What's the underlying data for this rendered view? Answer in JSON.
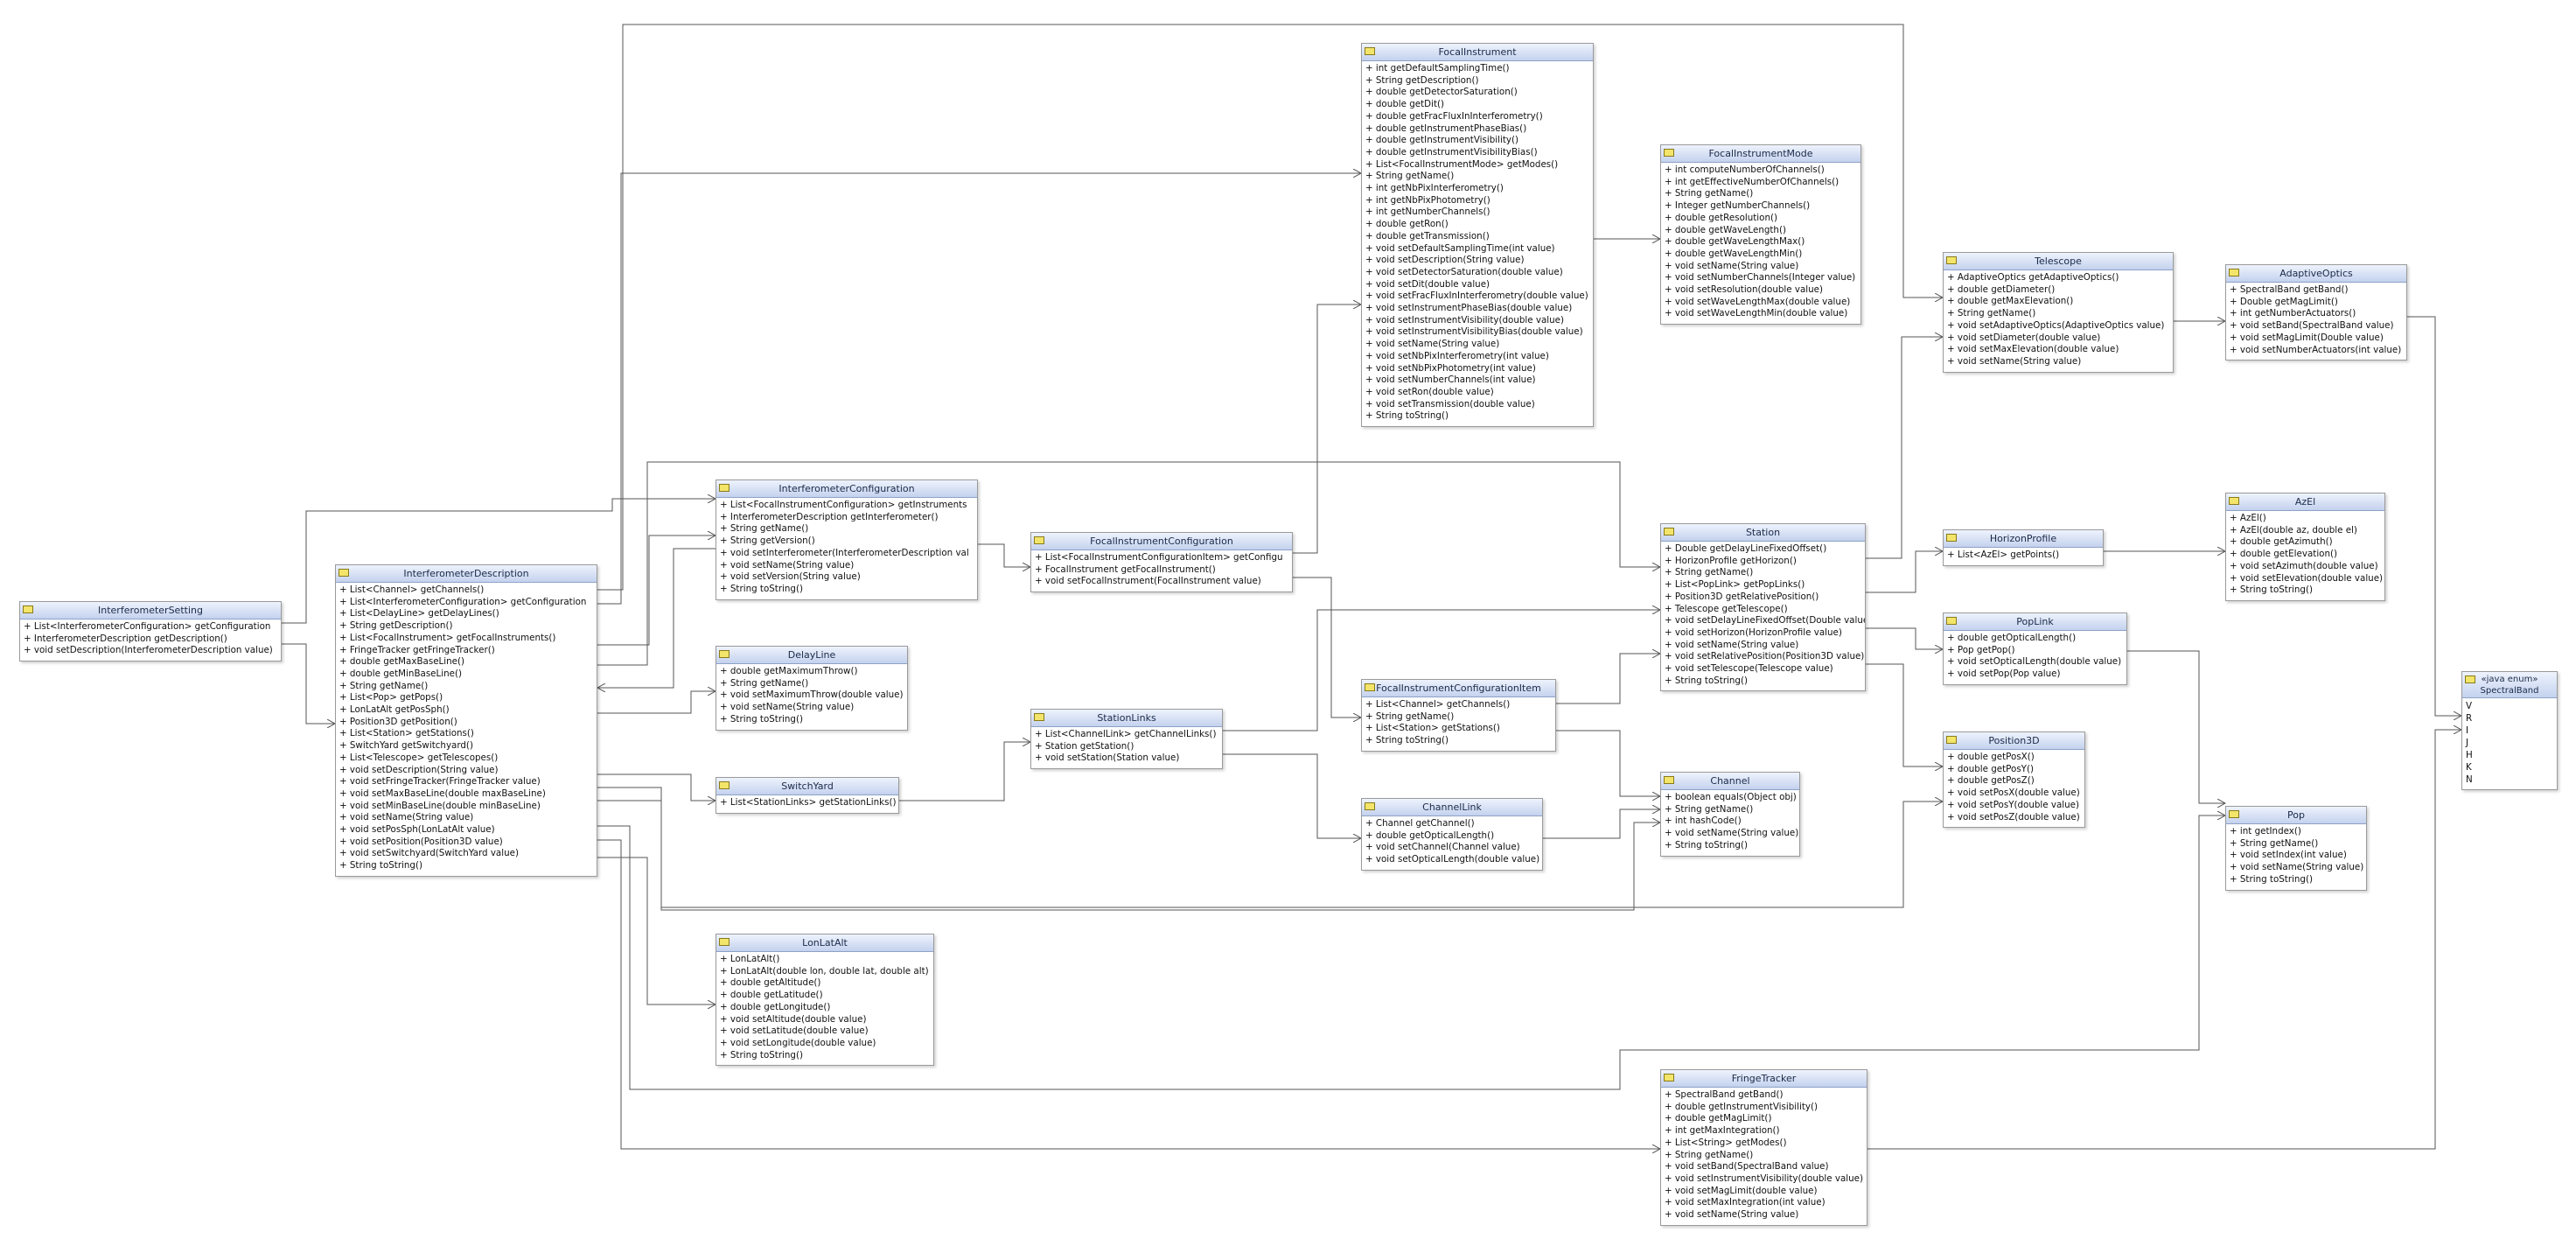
{
  "diagram": {
    "classes": [
      {
        "id": "interferometer-setting",
        "name": "InterferometerSetting",
        "ops": [
          "+ List<InterferometerConfiguration> getConfiguration",
          "+ InterferometerDescription getDescription()",
          "+ void setDescription(InterferometerDescription value)"
        ]
      },
      {
        "id": "interferometer-description",
        "name": "InterferometerDescription",
        "ops": [
          "+ List<Channel> getChannels()",
          "+ List<InterferometerConfiguration> getConfiguration",
          "+ List<DelayLine> getDelayLines()",
          "+ String getDescription()",
          "+ List<FocalInstrument> getFocalInstruments()",
          "+ FringeTracker getFringeTracker()",
          "+ double getMaxBaseLine()",
          "+ double getMinBaseLine()",
          "+ String getName()",
          "+ List<Pop> getPops()",
          "+ LonLatAlt getPosSph()",
          "+ Position3D getPosition()",
          "+ List<Station> getStations()",
          "+ SwitchYard getSwitchyard()",
          "+ List<Telescope> getTelescopes()",
          "+ void setDescription(String value)",
          "+ void setFringeTracker(FringeTracker value)",
          "+ void setMaxBaseLine(double maxBaseLine)",
          "+ void setMinBaseLine(double minBaseLine)",
          "+ void setName(String value)",
          "+ void setPosSph(LonLatAlt value)",
          "+ void setPosition(Position3D value)",
          "+ void setSwitchyard(SwitchYard value)",
          "+ String toString()"
        ]
      },
      {
        "id": "interferometer-configuration",
        "name": "InterferometerConfiguration",
        "ops": [
          "+ List<FocalInstrumentConfiguration> getInstruments",
          "+ InterferometerDescription getInterferometer()",
          "+ String getName()",
          "+ String getVersion()",
          "+ void setInterferometer(InterferometerDescription val",
          "+ void setName(String value)",
          "+ void setVersion(String value)",
          "+ String toString()"
        ]
      },
      {
        "id": "delay-line",
        "name": "DelayLine",
        "ops": [
          "+ double getMaximumThrow()",
          "+ String getName()",
          "+ void setMaximumThrow(double value)",
          "+ void setName(String value)",
          "+ String toString()"
        ]
      },
      {
        "id": "switch-yard",
        "name": "SwitchYard",
        "ops": [
          "+ List<StationLinks> getStationLinks()"
        ]
      },
      {
        "id": "lon-lat-alt",
        "name": "LonLatAlt",
        "ops": [
          "+ LonLatAlt()",
          "+ LonLatAlt(double lon, double lat, double alt)",
          "+ double getAltitude()",
          "+ double getLatitude()",
          "+ double getLongitude()",
          "+ void setAltitude(double value)",
          "+ void setLatitude(double value)",
          "+ void setLongitude(double value)",
          "+ String toString()"
        ]
      },
      {
        "id": "focal-instrument-configuration",
        "name": "FocalInstrumentConfiguration",
        "ops": [
          "+ List<FocalInstrumentConfigurationItem> getConfigu",
          "+ FocalInstrument getFocalInstrument()",
          "+ void setFocalInstrument(FocalInstrument value)"
        ]
      },
      {
        "id": "station-links",
        "name": "StationLinks",
        "ops": [
          "+ List<ChannelLink> getChannelLinks()",
          "+ Station getStation()",
          "+ void setStation(Station value)"
        ]
      },
      {
        "id": "focal-instrument",
        "name": "FocalInstrument",
        "ops": [
          "+ int getDefaultSamplingTime()",
          "+ String getDescription()",
          "+ double getDetectorSaturation()",
          "+ double getDit()",
          "+ double getFracFluxInInterferometry()",
          "+ double getInstrumentPhaseBias()",
          "+ double getInstrumentVisibility()",
          "+ double getInstrumentVisibilityBias()",
          "+ List<FocalInstrumentMode> getModes()",
          "+ String getName()",
          "+ int getNbPixInterferometry()",
          "+ int getNbPixPhotometry()",
          "+ int getNumberChannels()",
          "+ double getRon()",
          "+ double getTransmission()",
          "+ void setDefaultSamplingTime(int value)",
          "+ void setDescription(String value)",
          "+ void setDetectorSaturation(double value)",
          "+ void setDit(double value)",
          "+ void setFracFluxInInterferometry(double value)",
          "+ void setInstrumentPhaseBias(double value)",
          "+ void setInstrumentVisibility(double value)",
          "+ void setInstrumentVisibilityBias(double value)",
          "+ void setName(String value)",
          "+ void setNbPixInterferometry(int value)",
          "+ void setNbPixPhotometry(int value)",
          "+ void setNumberChannels(int value)",
          "+ void setRon(double value)",
          "+ void setTransmission(double value)",
          "+ String toString()"
        ]
      },
      {
        "id": "focal-instrument-configuration-item",
        "name": "FocalInstrumentConfigurationItem",
        "ops": [
          "+ List<Channel> getChannels()",
          "+ String getName()",
          "+ List<Station> getStations()",
          "+ String toString()"
        ]
      },
      {
        "id": "channel-link",
        "name": "ChannelLink",
        "ops": [
          "+ Channel getChannel()",
          "+ double getOpticalLength()",
          "+ void setChannel(Channel value)",
          "+ void setOpticalLength(double value)"
        ]
      },
      {
        "id": "focal-instrument-mode",
        "name": "FocalInstrumentMode",
        "ops": [
          "+ int computeNumberOfChannels()",
          "+ int getEffectiveNumberOfChannels()",
          "+ String getName()",
          "+ Integer getNumberChannels()",
          "+ double getResolution()",
          "+ double getWaveLength()",
          "+ double getWaveLengthMax()",
          "+ double getWaveLengthMin()",
          "+ void setName(String value)",
          "+ void setNumberChannels(Integer value)",
          "+ void setResolution(double value)",
          "+ void setWaveLengthMax(double value)",
          "+ void setWaveLengthMin(double value)"
        ]
      },
      {
        "id": "station",
        "name": "Station",
        "ops": [
          "+ Double getDelayLineFixedOffset()",
          "+ HorizonProfile getHorizon()",
          "+ String getName()",
          "+ List<PopLink> getPopLinks()",
          "+ Position3D getRelativePosition()",
          "+ Telescope getTelescope()",
          "+ void setDelayLineFixedOffset(Double value)",
          "+ void setHorizon(HorizonProfile value)",
          "+ void setName(String value)",
          "+ void setRelativePosition(Position3D value)",
          "+ void setTelescope(Telescope value)",
          "+ String toString()"
        ]
      },
      {
        "id": "channel",
        "name": "Channel",
        "ops": [
          "+ boolean equals(Object obj)",
          "+ String getName()",
          "+ int hashCode()",
          "+ void setName(String value)",
          "+ String toString()"
        ]
      },
      {
        "id": "fringe-tracker",
        "name": "FringeTracker",
        "ops": [
          "+ SpectralBand getBand()",
          "+ double getInstrumentVisibility()",
          "+ double getMagLimit()",
          "+ int getMaxIntegration()",
          "+ List<String> getModes()",
          "+ String getName()",
          "+ void setBand(SpectralBand value)",
          "+ void setInstrumentVisibility(double value)",
          "+ void setMagLimit(double value)",
          "+ void setMaxIntegration(int value)",
          "+ void setName(String value)"
        ]
      },
      {
        "id": "telescope",
        "name": "Telescope",
        "ops": [
          "+ AdaptiveOptics getAdaptiveOptics()",
          "+ double getDiameter()",
          "+ double getMaxElevation()",
          "+ String getName()",
          "+ void setAdaptiveOptics(AdaptiveOptics value)",
          "+ void setDiameter(double value)",
          "+ void setMaxElevation(double value)",
          "+ void setName(String value)"
        ]
      },
      {
        "id": "horizon-profile",
        "name": "HorizonProfile",
        "ops": [
          "+ List<AzEl> getPoints()"
        ]
      },
      {
        "id": "pop-link",
        "name": "PopLink",
        "ops": [
          "+ double getOpticalLength()",
          "+ Pop getPop()",
          "+ void setOpticalLength(double value)",
          "+ void setPop(Pop value)"
        ]
      },
      {
        "id": "position-3d",
        "name": "Position3D",
        "ops": [
          "+ double getPosX()",
          "+ double getPosY()",
          "+ double getPosZ()",
          "+ void setPosX(double value)",
          "+ void setPosY(double value)",
          "+ void setPosZ(double value)"
        ]
      },
      {
        "id": "adaptive-optics",
        "name": "AdaptiveOptics",
        "ops": [
          "+ SpectralBand getBand()",
          "+ Double getMagLimit()",
          "+ int getNumberActuators()",
          "+ void setBand(SpectralBand value)",
          "+ void setMagLimit(Double value)",
          "+ void setNumberActuators(int value)"
        ]
      },
      {
        "id": "az-el",
        "name": "AzEl",
        "ops": [
          "+ AzEl()",
          "+ AzEl(double az, double el)",
          "+ double getAzimuth()",
          "+ double getElevation()",
          "+ void setAzimuth(double value)",
          "+ void setElevation(double value)",
          "+ String toString()"
        ]
      },
      {
        "id": "pop",
        "name": "Pop",
        "ops": [
          "+ int getIndex()",
          "+ String getName()",
          "+ void setIndex(int value)",
          "+ void setName(String value)",
          "+ String toString()"
        ]
      }
    ],
    "enum_box": {
      "stereotype": "«java enum»",
      "name": "SpectralBand",
      "literals": [
        "V",
        "R",
        "I",
        "J",
        "H",
        "K",
        "N"
      ]
    }
  }
}
